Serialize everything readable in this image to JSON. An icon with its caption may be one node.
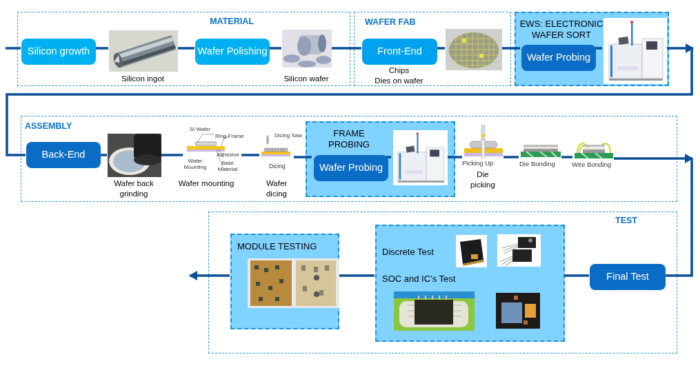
{
  "diagram": {
    "nodes": [
      {
        "text": [
          "MATERIAL"
        ]
      },
      {
        "text": [
          "Silicon growth"
        ],
        "in": 0
      },
      {
        "text": [],
        "shape": "picture",
        "in": 0,
        "beside": [
          "Silicon ingot"
        ]
      },
      {
        "text": [
          "Wafer Polishing"
        ],
        "in": 0
      },
      {
        "text": [],
        "shape": "picture",
        "in": 0,
        "beside": [
          "Silicon wafer"
        ]
      },
      {
        "text": [
          "WAFER FAB"
        ]
      },
      {
        "text": [
          "Front-End"
        ],
        "in": 5,
        "beside": [
          "Chips",
          "Dies on wafer"
        ]
      },
      {
        "text": [],
        "shape": "picture",
        "in": 5
      },
      {
        "text": [
          "EWS: ELECTRONIC WAFER SORT"
        ]
      },
      {
        "text": [
          "Wafer Probing"
        ],
        "in": 8
      },
      {
        "text": [],
        "shape": "picture",
        "in": 8
      },
      {
        "text": [
          "ASSEMBLY"
        ]
      },
      {
        "text": [
          "Back-End"
        ],
        "in": 11
      },
      {
        "text": [],
        "shape": "picture",
        "in": 11,
        "beside": [
          "Wafer back grinding"
        ]
      },
      {
        "text": [],
        "shape": "picture",
        "in": 11,
        "beside": [
          "Wafer mounting"
        ]
      },
      {
        "text": [],
        "shape": "picture",
        "in": 11,
        "beside": [
          "Wafer dicing"
        ]
      },
      {
        "text": [
          "FRAME PROBING"
        ],
        "in": 11
      },
      {
        "text": [
          "Wafer Probing"
        ],
        "in": 16
      },
      {
        "text": [],
        "shape": "picture",
        "in": 16
      },
      {
        "text": [],
        "shape": "picture",
        "in": 11,
        "beside": [
          "Die picking"
        ]
      },
      {
        "text": [],
        "shape": "picture",
        "in": 11
      },
      {
        "text": [],
        "shape": "picture",
        "in": 11
      },
      {
        "text": [
          "TEST"
        ]
      },
      {
        "text": [
          "Final Test"
        ],
        "in": 22
      },
      {
        "text": [
          "Discrete Test",
          "SOC and IC’s Test"
        ],
        "in": 22
      },
      {
        "text": [
          "MODULE TESTING"
        ],
        "in": 22
      }
    ],
    "edges": [
      {
        "from": null,
        "to": 1,
        "arrow": "none"
      },
      {
        "from": 1,
        "to": 2,
        "arrow": "none"
      },
      {
        "from": 2,
        "to": 3,
        "arrow": "none"
      },
      {
        "from": 3,
        "to": 4,
        "arrow": "none"
      },
      {
        "from": 4,
        "to": 6,
        "arrow": "none"
      },
      {
        "from": 6,
        "to": 7,
        "arrow": "none"
      },
      {
        "from": 7,
        "to": 9,
        "arrow": "none"
      },
      {
        "from": 9,
        "to": 10,
        "arrow": "none"
      },
      {
        "from": 10,
        "to": null,
        "arrow": "to"
      },
      {
        "from": null,
        "to": 12,
        "arrow": "none"
      },
      {
        "from": 12,
        "to": 13,
        "arrow": "none"
      },
      {
        "from": 13,
        "to": 14,
        "arrow": "none"
      },
      {
        "from": 14,
        "to": 15,
        "arrow": "none"
      },
      {
        "from": 15,
        "to": 17,
        "arrow": "none"
      },
      {
        "from": 17,
        "to": 18,
        "arrow": "none"
      },
      {
        "from": 18,
        "to": 19,
        "arrow": "none"
      },
      {
        "from": 19,
        "to": 20,
        "arrow": "none"
      },
      {
        "from": 20,
        "to": 21,
        "arrow": "none"
      },
      {
        "from": 21,
        "to": null,
        "arrow": "to"
      },
      {
        "from": null,
        "to": 23,
        "arrow": "none"
      },
      {
        "from": 23,
        "to": 24,
        "arrow": "none"
      },
      {
        "from": 24,
        "to": 25,
        "arrow": "none"
      },
      {
        "from": 25,
        "to": null,
        "arrow": "to"
      }
    ],
    "labels": [
      "Si Wafer",
      "Ring Frame",
      "Wafer Mounting",
      "Adhesive",
      "Base Material",
      "Dicing Saw",
      "Dicing",
      "Picking Up",
      "Die Bonding",
      "Wire Bonding"
    ]
  }
}
